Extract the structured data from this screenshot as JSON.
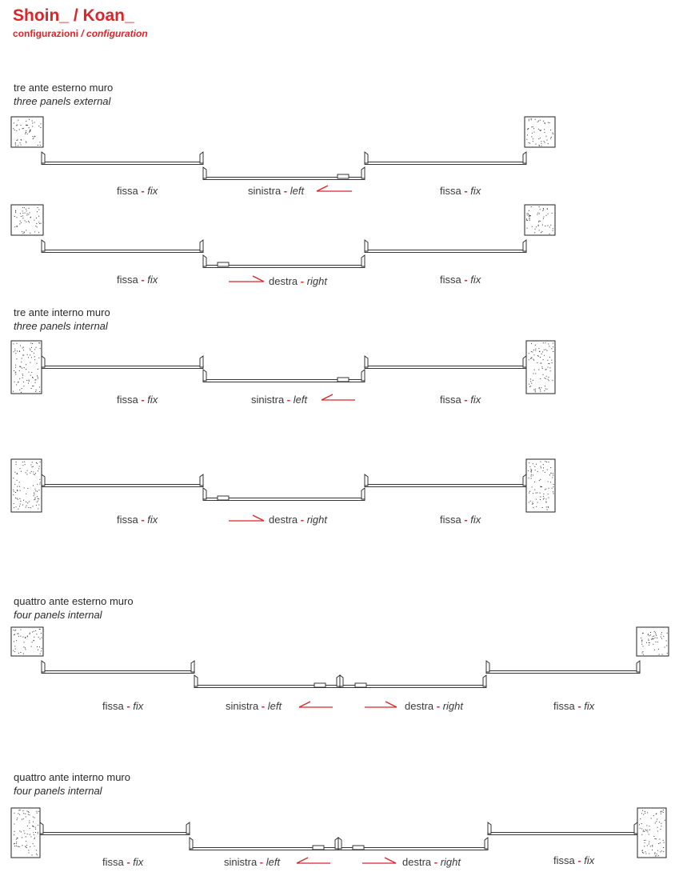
{
  "header": {
    "title": "Shoin_ / Koan_",
    "subtitle_it": "configurazioni",
    "subtitle_sep": " / ",
    "subtitle_en": "configuration"
  },
  "labels": {
    "dash": "-",
    "fissa_it": "fissa",
    "fissa_en": "fix",
    "sinistra_it": "sinistra",
    "sinistra_en": "left",
    "destra_it": "destra",
    "destra_en": "right"
  },
  "sections": [
    {
      "title_it": "tre ante esterno muro",
      "title_en": "three panels external"
    },
    {
      "title_it": "tre ante interno muro",
      "title_en": "three panels internal"
    },
    {
      "title_it": "quattro ante esterno muro",
      "title_en": "four panels internal"
    },
    {
      "title_it": "quattro ante interno muro",
      "title_en": "four panels internal"
    }
  ],
  "colors": {
    "accent": "#d9262b",
    "line": "#222222",
    "text": "#2a2a2a"
  }
}
